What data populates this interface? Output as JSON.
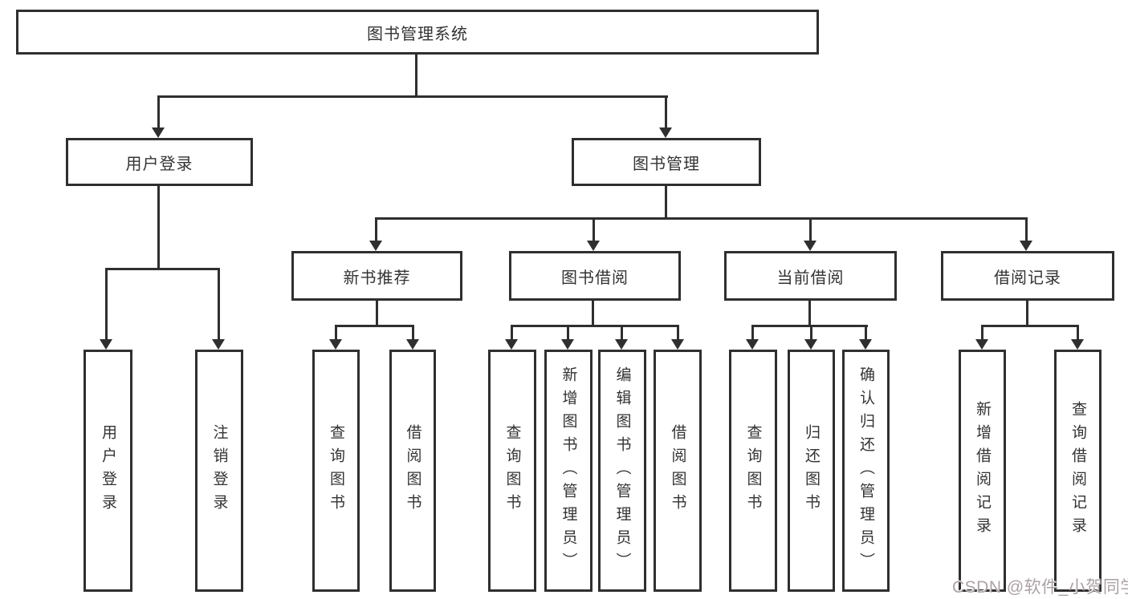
{
  "tree": {
    "label": "图书管理系统",
    "children": [
      {
        "label": "用户登录",
        "children": [
          {
            "label": "用户登录"
          },
          {
            "label": "注销登录"
          }
        ]
      },
      {
        "label": "图书管理",
        "children": [
          {
            "label": "新书推荐",
            "children": [
              {
                "label": "查询图书"
              },
              {
                "label": "借阅图书"
              }
            ]
          },
          {
            "label": "图书借阅",
            "children": [
              {
                "label": "查询图书"
              },
              {
                "label": "新增图书（管理员）"
              },
              {
                "label": "编辑图书（管理员）"
              },
              {
                "label": "借阅图书"
              }
            ]
          },
          {
            "label": "当前借阅",
            "children": [
              {
                "label": "查询图书"
              },
              {
                "label": "归还图书"
              },
              {
                "label": "确认归还（管理员）"
              }
            ]
          },
          {
            "label": "借阅记录",
            "children": [
              {
                "label": "新增借阅记录"
              },
              {
                "label": "查询借阅记录"
              }
            ]
          }
        ]
      }
    ]
  },
  "colors": {
    "line": "#2f2f2f",
    "text": "#333333",
    "box_background": "#ffffff"
  },
  "watermark": {
    "text": "CSDN @软件_小贺同学"
  }
}
